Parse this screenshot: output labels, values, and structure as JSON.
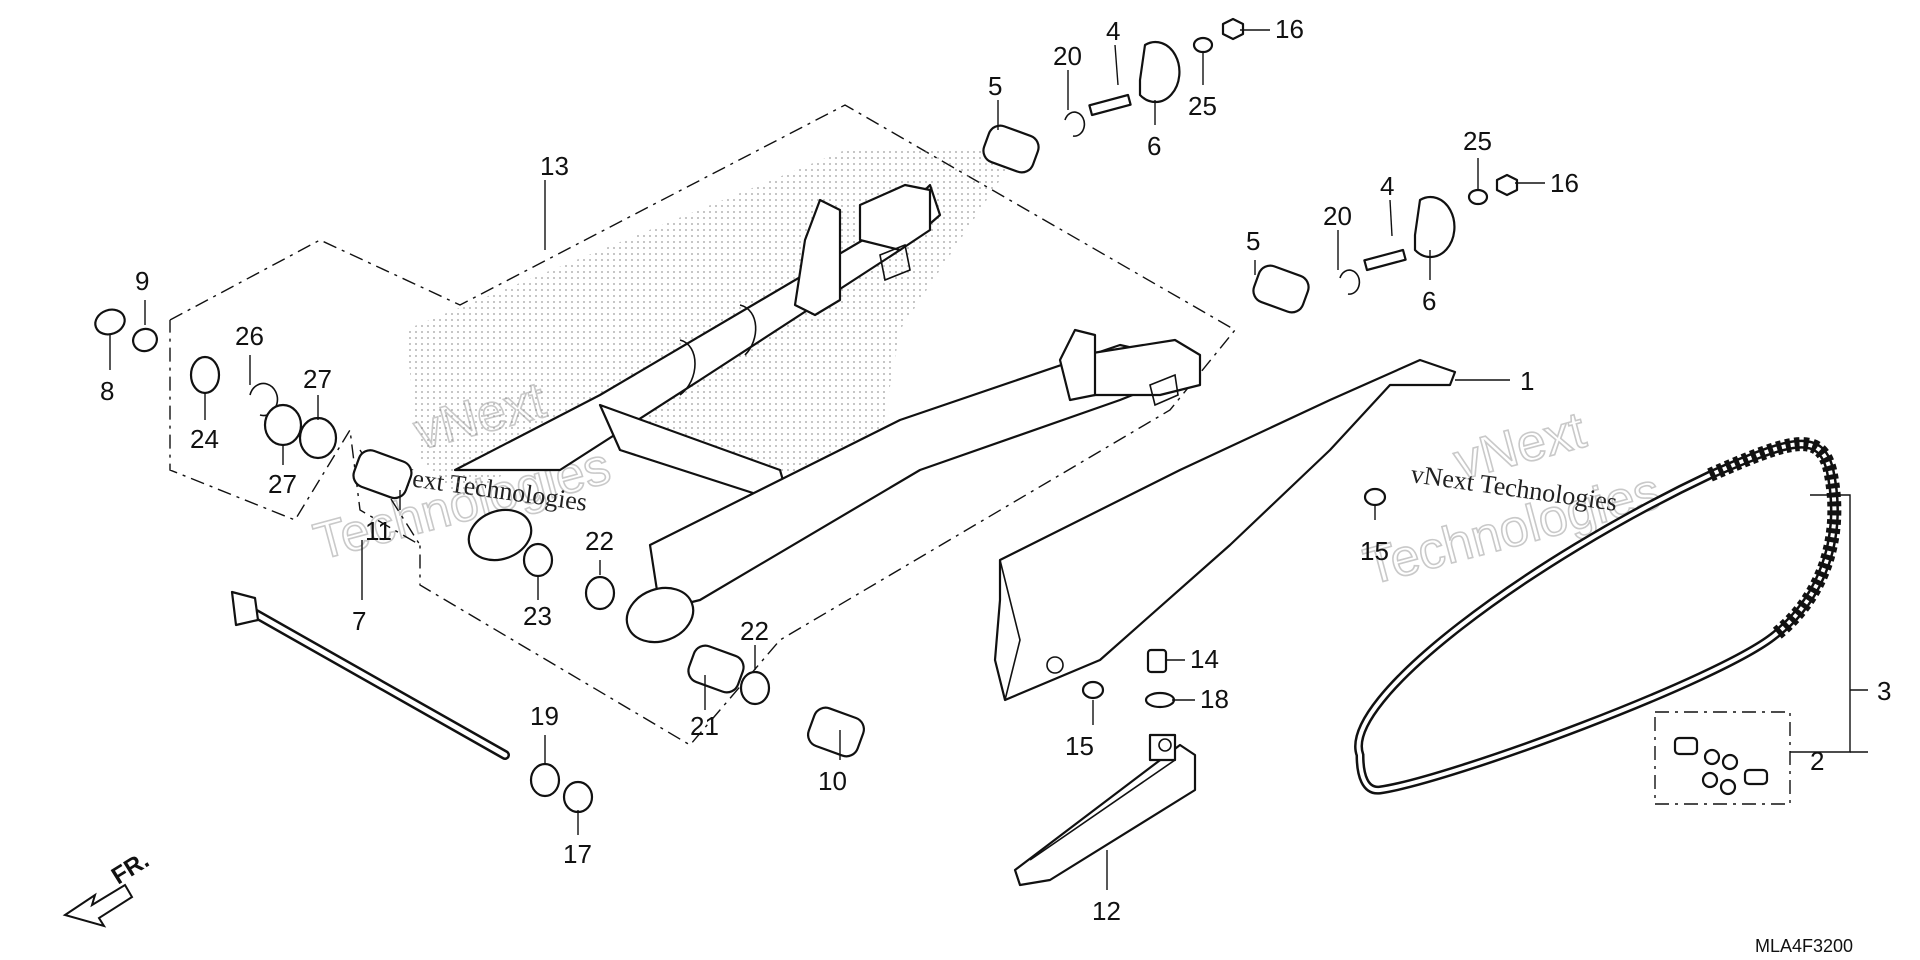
{
  "diagram": {
    "code": "MLA4F3200",
    "front_marker": "FR.",
    "watermark_top": "vNext",
    "watermark_bottom": "Technologies",
    "watermark_line": "vNext Technologies"
  },
  "callouts": [
    {
      "id": "c1",
      "label": "1"
    },
    {
      "id": "c2",
      "label": "2"
    },
    {
      "id": "c3",
      "label": "3"
    },
    {
      "id": "c4a",
      "label": "4"
    },
    {
      "id": "c4b",
      "label": "4"
    },
    {
      "id": "c5a",
      "label": "5"
    },
    {
      "id": "c5b",
      "label": "5"
    },
    {
      "id": "c6a",
      "label": "6"
    },
    {
      "id": "c6b",
      "label": "6"
    },
    {
      "id": "c7",
      "label": "7"
    },
    {
      "id": "c8",
      "label": "8"
    },
    {
      "id": "c9",
      "label": "9"
    },
    {
      "id": "c10",
      "label": "10"
    },
    {
      "id": "c11",
      "label": "11"
    },
    {
      "id": "c12",
      "label": "12"
    },
    {
      "id": "c13",
      "label": "13"
    },
    {
      "id": "c14",
      "label": "14"
    },
    {
      "id": "c15a",
      "label": "15"
    },
    {
      "id": "c15b",
      "label": "15"
    },
    {
      "id": "c16a",
      "label": "16"
    },
    {
      "id": "c16b",
      "label": "16"
    },
    {
      "id": "c17",
      "label": "17"
    },
    {
      "id": "c18",
      "label": "18"
    },
    {
      "id": "c19",
      "label": "19"
    },
    {
      "id": "c20a",
      "label": "20"
    },
    {
      "id": "c20b",
      "label": "20"
    },
    {
      "id": "c21",
      "label": "21"
    },
    {
      "id": "c22a",
      "label": "22"
    },
    {
      "id": "c22b",
      "label": "22"
    },
    {
      "id": "c23",
      "label": "23"
    },
    {
      "id": "c24",
      "label": "24"
    },
    {
      "id": "c25a",
      "label": "25"
    },
    {
      "id": "c25b",
      "label": "25"
    },
    {
      "id": "c26",
      "label": "26"
    },
    {
      "id": "c27a",
      "label": "27"
    },
    {
      "id": "c27b",
      "label": "27"
    }
  ]
}
